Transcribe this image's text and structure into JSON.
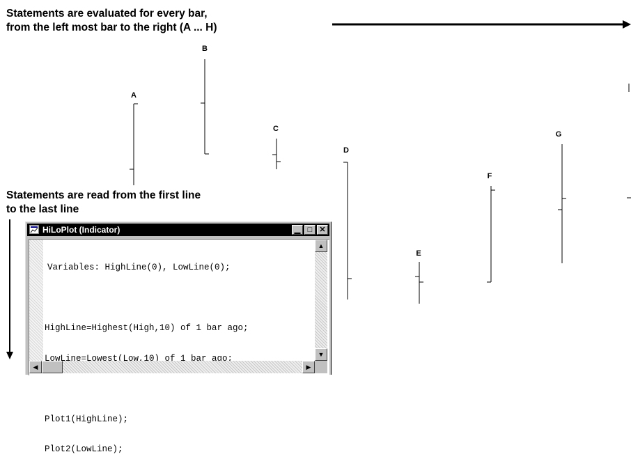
{
  "headings": {
    "evaluation_line1": "Statements are evaluated for every bar,",
    "evaluation_line2": "from the left most bar to the right (A ... H)",
    "reading_line1": "Statements are read from the first line",
    "reading_line2": "to the last line"
  },
  "arrows": {
    "evaluation_direction": "right",
    "reading_direction": "down"
  },
  "bars": [
    {
      "label": "A"
    },
    {
      "label": "B"
    },
    {
      "label": "C"
    },
    {
      "label": "D"
    },
    {
      "label": "E"
    },
    {
      "label": "F"
    },
    {
      "label": "G"
    }
  ],
  "window": {
    "title": "HiLoPlot (Indicator)",
    "icon": "app-icon",
    "controls": {
      "minimize": "minimize-icon",
      "maximize": "maximize-icon",
      "close": "close-icon"
    },
    "code_lines": [
      "Variables: HighLine(0), LowLine(0);",
      "",
      "HighLine=Highest(High,10) of 1 bar ago;",
      "LowLine=Lowest(Low,10) of 1 bar ago;",
      "",
      "Plot1(HighLine);",
      "Plot2(LowLine);"
    ],
    "scroll_icons": {
      "up": "scroll-up-icon",
      "down": "scroll-down-icon",
      "left": "scroll-left-icon",
      "right": "scroll-right-icon"
    }
  },
  "colors": {
    "ink": "#000000",
    "background": "#ffffff",
    "window_face": "#c0c0c0",
    "titlebar": "#000000"
  }
}
